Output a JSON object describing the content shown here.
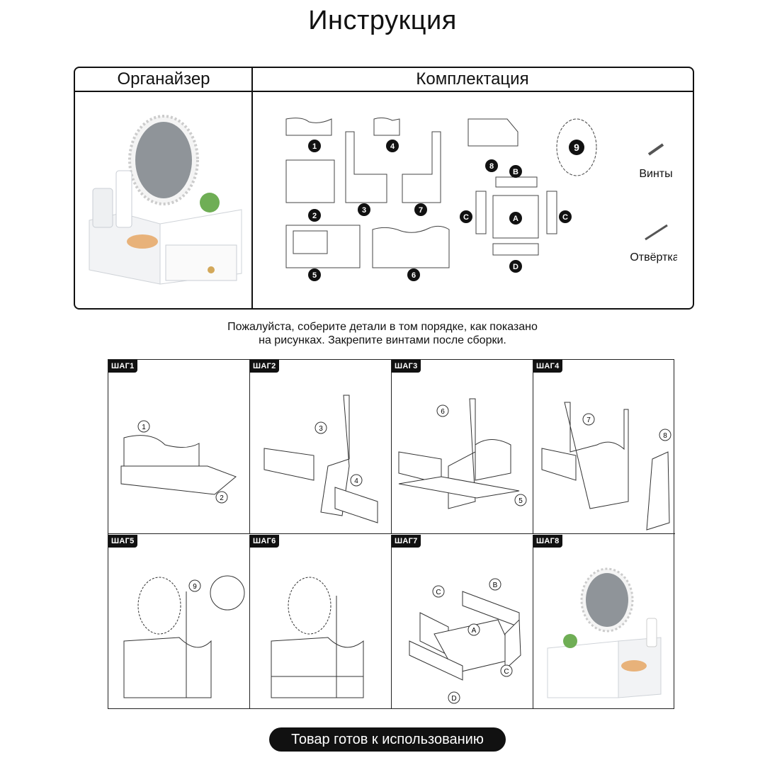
{
  "title": "Инструкция",
  "table": {
    "left_header": "Органайзер",
    "right_header": "Комплектация",
    "screws_label": "Винты",
    "screwdriver_label": "Отвёртка",
    "part_numbers": [
      "1",
      "2",
      "3",
      "4",
      "5",
      "6",
      "7",
      "8",
      "9"
    ],
    "part_letters": [
      "A",
      "B",
      "C",
      "C",
      "D"
    ]
  },
  "note": {
    "line1": "Пожалуйста, соберите детали  в том порядке, как показано",
    "line2": "на рисунках. Закрепите винтами после сборки."
  },
  "steps": [
    {
      "label": "ШАГ1",
      "callouts": [
        "1",
        "2"
      ]
    },
    {
      "label": "ШАГ2",
      "callouts": [
        "3",
        "4"
      ]
    },
    {
      "label": "ШАГ3",
      "callouts": [
        "6",
        "5"
      ]
    },
    {
      "label": "ШАГ4",
      "callouts": [
        "7",
        "8"
      ]
    },
    {
      "label": "ШАГ5",
      "callouts": [
        "9"
      ]
    },
    {
      "label": "ШАГ6",
      "callouts": []
    },
    {
      "label": "ШАГ7",
      "callouts": [
        "C",
        "B",
        "A",
        "C",
        "D"
      ]
    },
    {
      "label": "ШАГ8",
      "callouts": []
    }
  ],
  "footer": "Товар готов к использованию"
}
